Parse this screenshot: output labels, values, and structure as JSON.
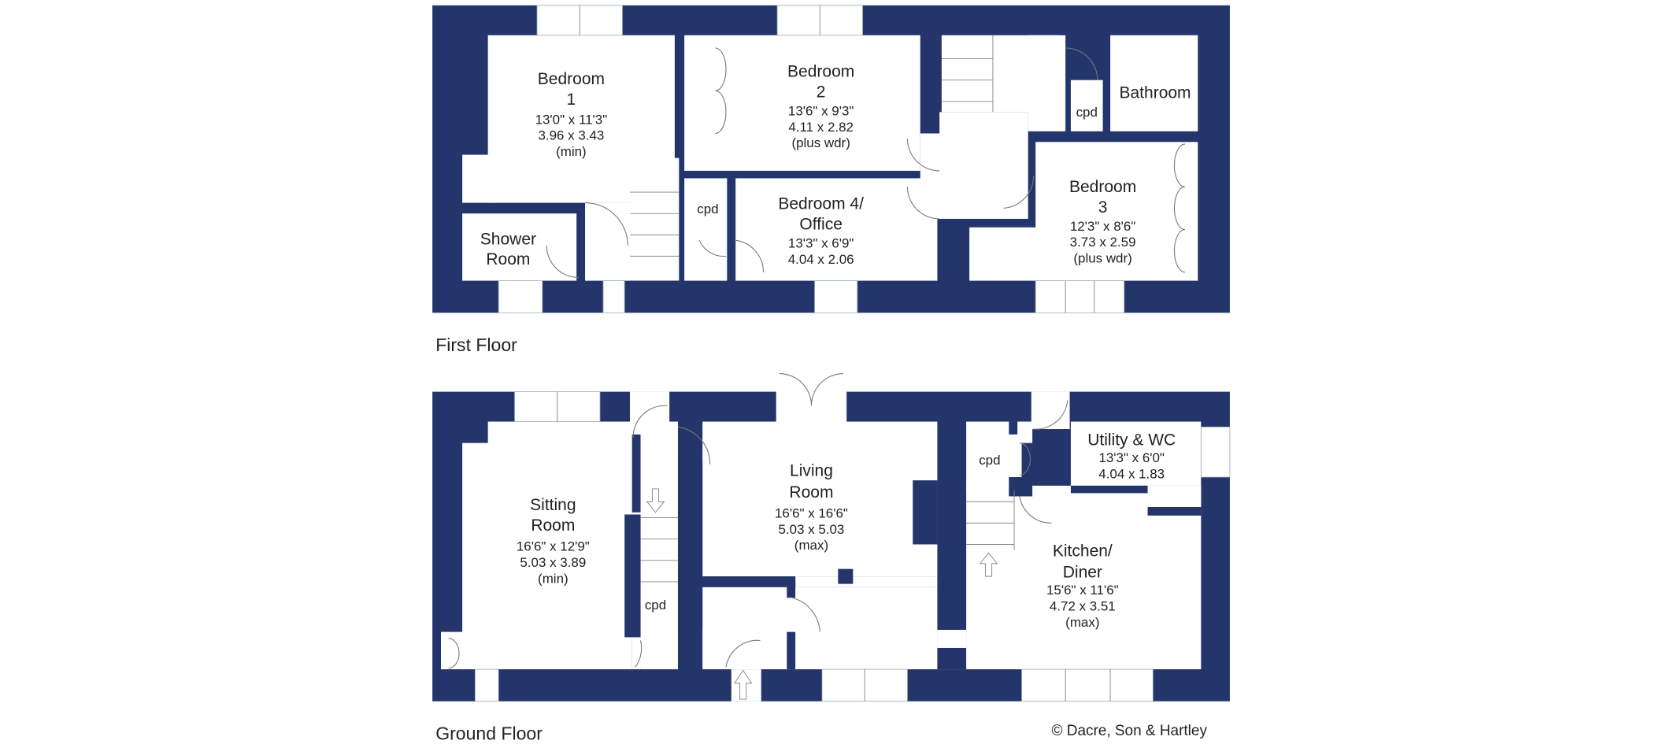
{
  "colors": {
    "wall": "#23356b",
    "background": "#ffffff"
  },
  "first_floor": {
    "label": "First Floor",
    "rooms": [
      {
        "name_lines": [
          "Bedroom",
          "1"
        ],
        "dims": [
          "13'0\"  x  11'3\"",
          "3.96  x  3.43",
          "(min)"
        ]
      },
      {
        "name_lines": [
          "Bedroom",
          "2"
        ],
        "dims": [
          "13'6\"  x  9'3\"",
          "4.11  x  2.82",
          "(plus wdr)"
        ]
      },
      {
        "name_lines": [
          "Bathroom"
        ],
        "dims": []
      },
      {
        "name_lines": [
          "Bedroom",
          "3"
        ],
        "dims": [
          "12'3\"  x  8'6\"",
          "3.73  x  2.59",
          "(plus wdr)"
        ]
      },
      {
        "name_lines": [
          "Bedroom 4/",
          "Office"
        ],
        "dims": [
          "13'3\"  x  6'9\"",
          "4.04  x  2.06"
        ]
      },
      {
        "name_lines": [
          "Shower",
          "Room"
        ],
        "dims": []
      }
    ],
    "cpd_labels": [
      "cpd",
      "cpd"
    ]
  },
  "ground_floor": {
    "label": "Ground Floor",
    "rooms": [
      {
        "name_lines": [
          "Sitting",
          "Room"
        ],
        "dims": [
          "16'6\"  x  12'9\"",
          "5.03  x  3.89",
          "(min)"
        ]
      },
      {
        "name_lines": [
          "Living",
          "Room"
        ],
        "dims": [
          "16'6\"  x  16'6\"",
          "5.03  x  5.03",
          "(max)"
        ]
      },
      {
        "name_lines": [
          "Utility & WC"
        ],
        "dims": [
          "13'3\"  x  6'0\"",
          "4.04  x  1.83"
        ]
      },
      {
        "name_lines": [
          "Kitchen/",
          "Diner"
        ],
        "dims": [
          "15'6\"  x  11'6\"",
          "4.72  x  3.51",
          "(max)"
        ]
      }
    ],
    "cpd_labels": [
      "cpd",
      "cpd"
    ]
  },
  "copyright": "© Dacre, Son & Hartley"
}
